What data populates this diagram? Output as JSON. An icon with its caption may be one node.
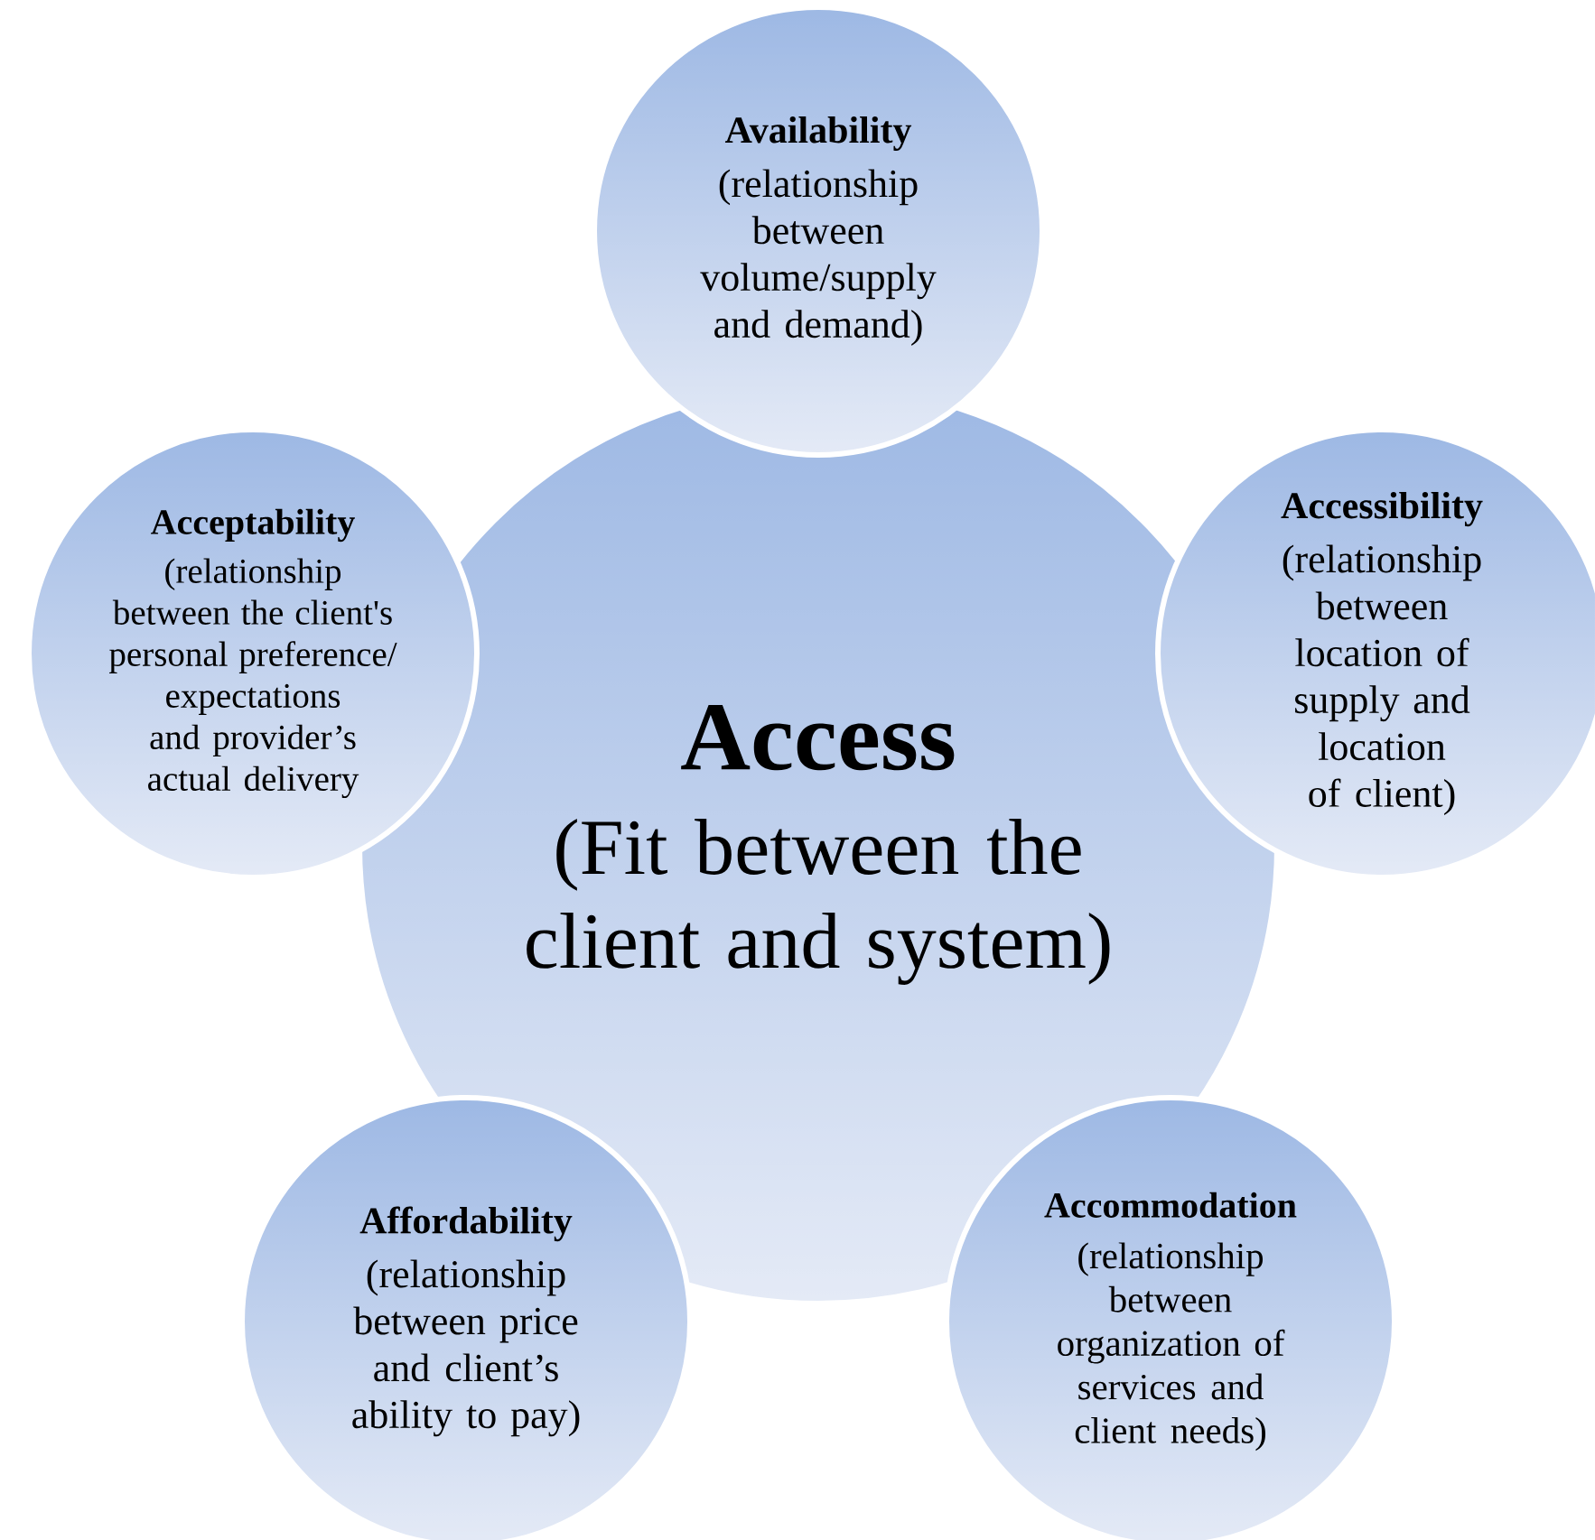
{
  "diagram": {
    "nodes": [
      {
        "text": [
          "Access",
          "(Fit between the client and system)"
        ]
      },
      {
        "text": [
          "Availability",
          "(relationship between volume/supply and demand)"
        ]
      },
      {
        "text": [
          "Acceptability",
          "(relationship between the client's personal preference/ expectations and provider’s actual delivery"
        ]
      },
      {
        "text": [
          "Accessibility",
          "(relationship between location of supply and location of client)"
        ]
      },
      {
        "text": [
          "Affordability",
          "(relationship between price and client’s ability to pay)"
        ]
      },
      {
        "text": [
          "Accommodation",
          "(relationship between organization of services and client needs)"
        ]
      }
    ]
  }
}
